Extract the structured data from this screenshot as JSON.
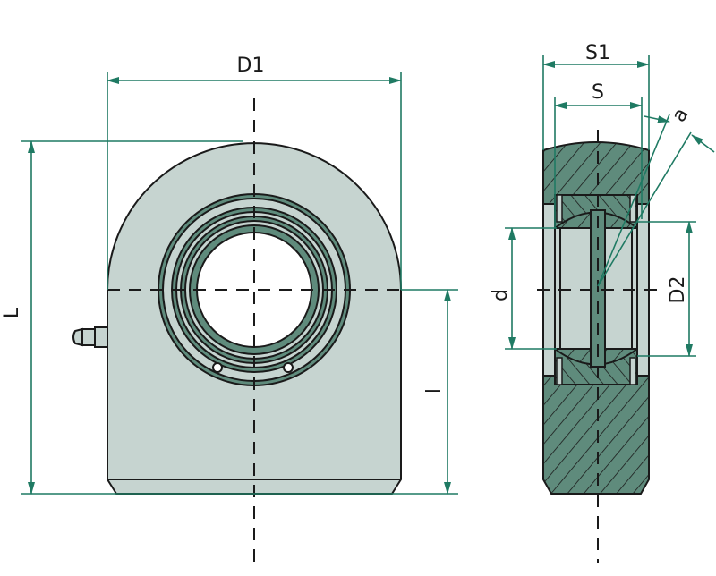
{
  "title": "Hydraulic cylinder rod end with spherical plain bearing",
  "labels": {
    "D1": "D1",
    "L": "L",
    "l": "l",
    "S1": "S1",
    "S": "S",
    "a": "a",
    "d": "d",
    "D2": "D2"
  },
  "colors": {
    "body": "#c6d4d0",
    "section": "#5f8b7c",
    "dimension": "#1f7a63",
    "outline": "#1a1a1a"
  }
}
